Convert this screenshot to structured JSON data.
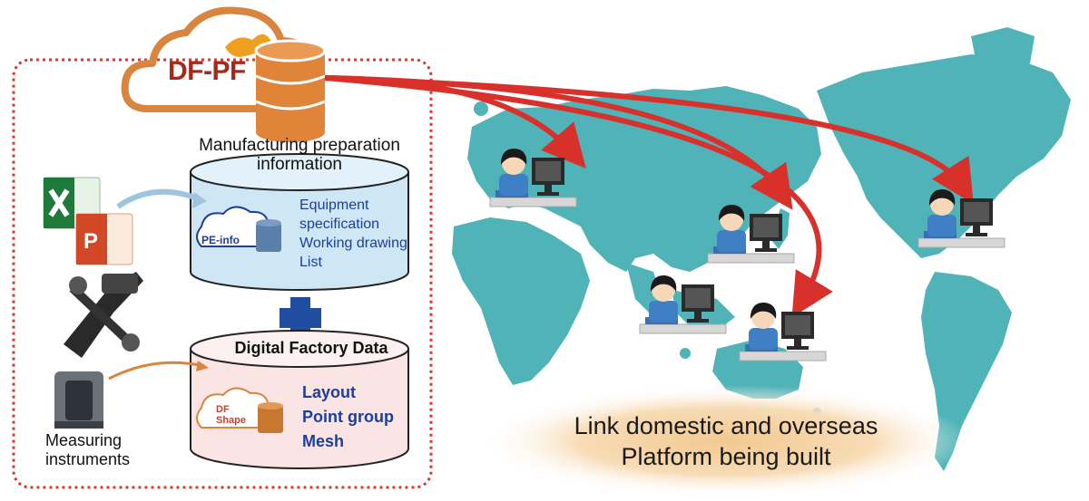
{
  "platform": {
    "name": "DF-PF"
  },
  "mfg_prep": {
    "title_line1": "Manufacturing preparation",
    "title_line2": "information",
    "badge": "PE-info",
    "items": [
      "Equipment",
      "specification",
      "Working drawing",
      "List"
    ]
  },
  "digital_factory": {
    "title": "Digital Factory Data",
    "badge_line1": "DF",
    "badge_line2": "Shape",
    "items": [
      "Layout",
      "Point group",
      "Mesh"
    ]
  },
  "measuring": {
    "line1": "Measuring",
    "line2": "instruments"
  },
  "link": {
    "line1": "Link domestic and overseas",
    "line2": "Platform being built"
  },
  "icons": [
    "excel-icon",
    "powerpoint-icon",
    "handheld-scanner-icon",
    "laser-scanner-icon",
    "database-icon",
    "cloud-icon",
    "operator-icon"
  ],
  "colors": {
    "ocean_map": "#4fb3b8",
    "arrow": "#d8312b",
    "dashed_frame": "#d63a33",
    "accent_blue": "#1a3f9e",
    "cloud": "#d9853f"
  }
}
